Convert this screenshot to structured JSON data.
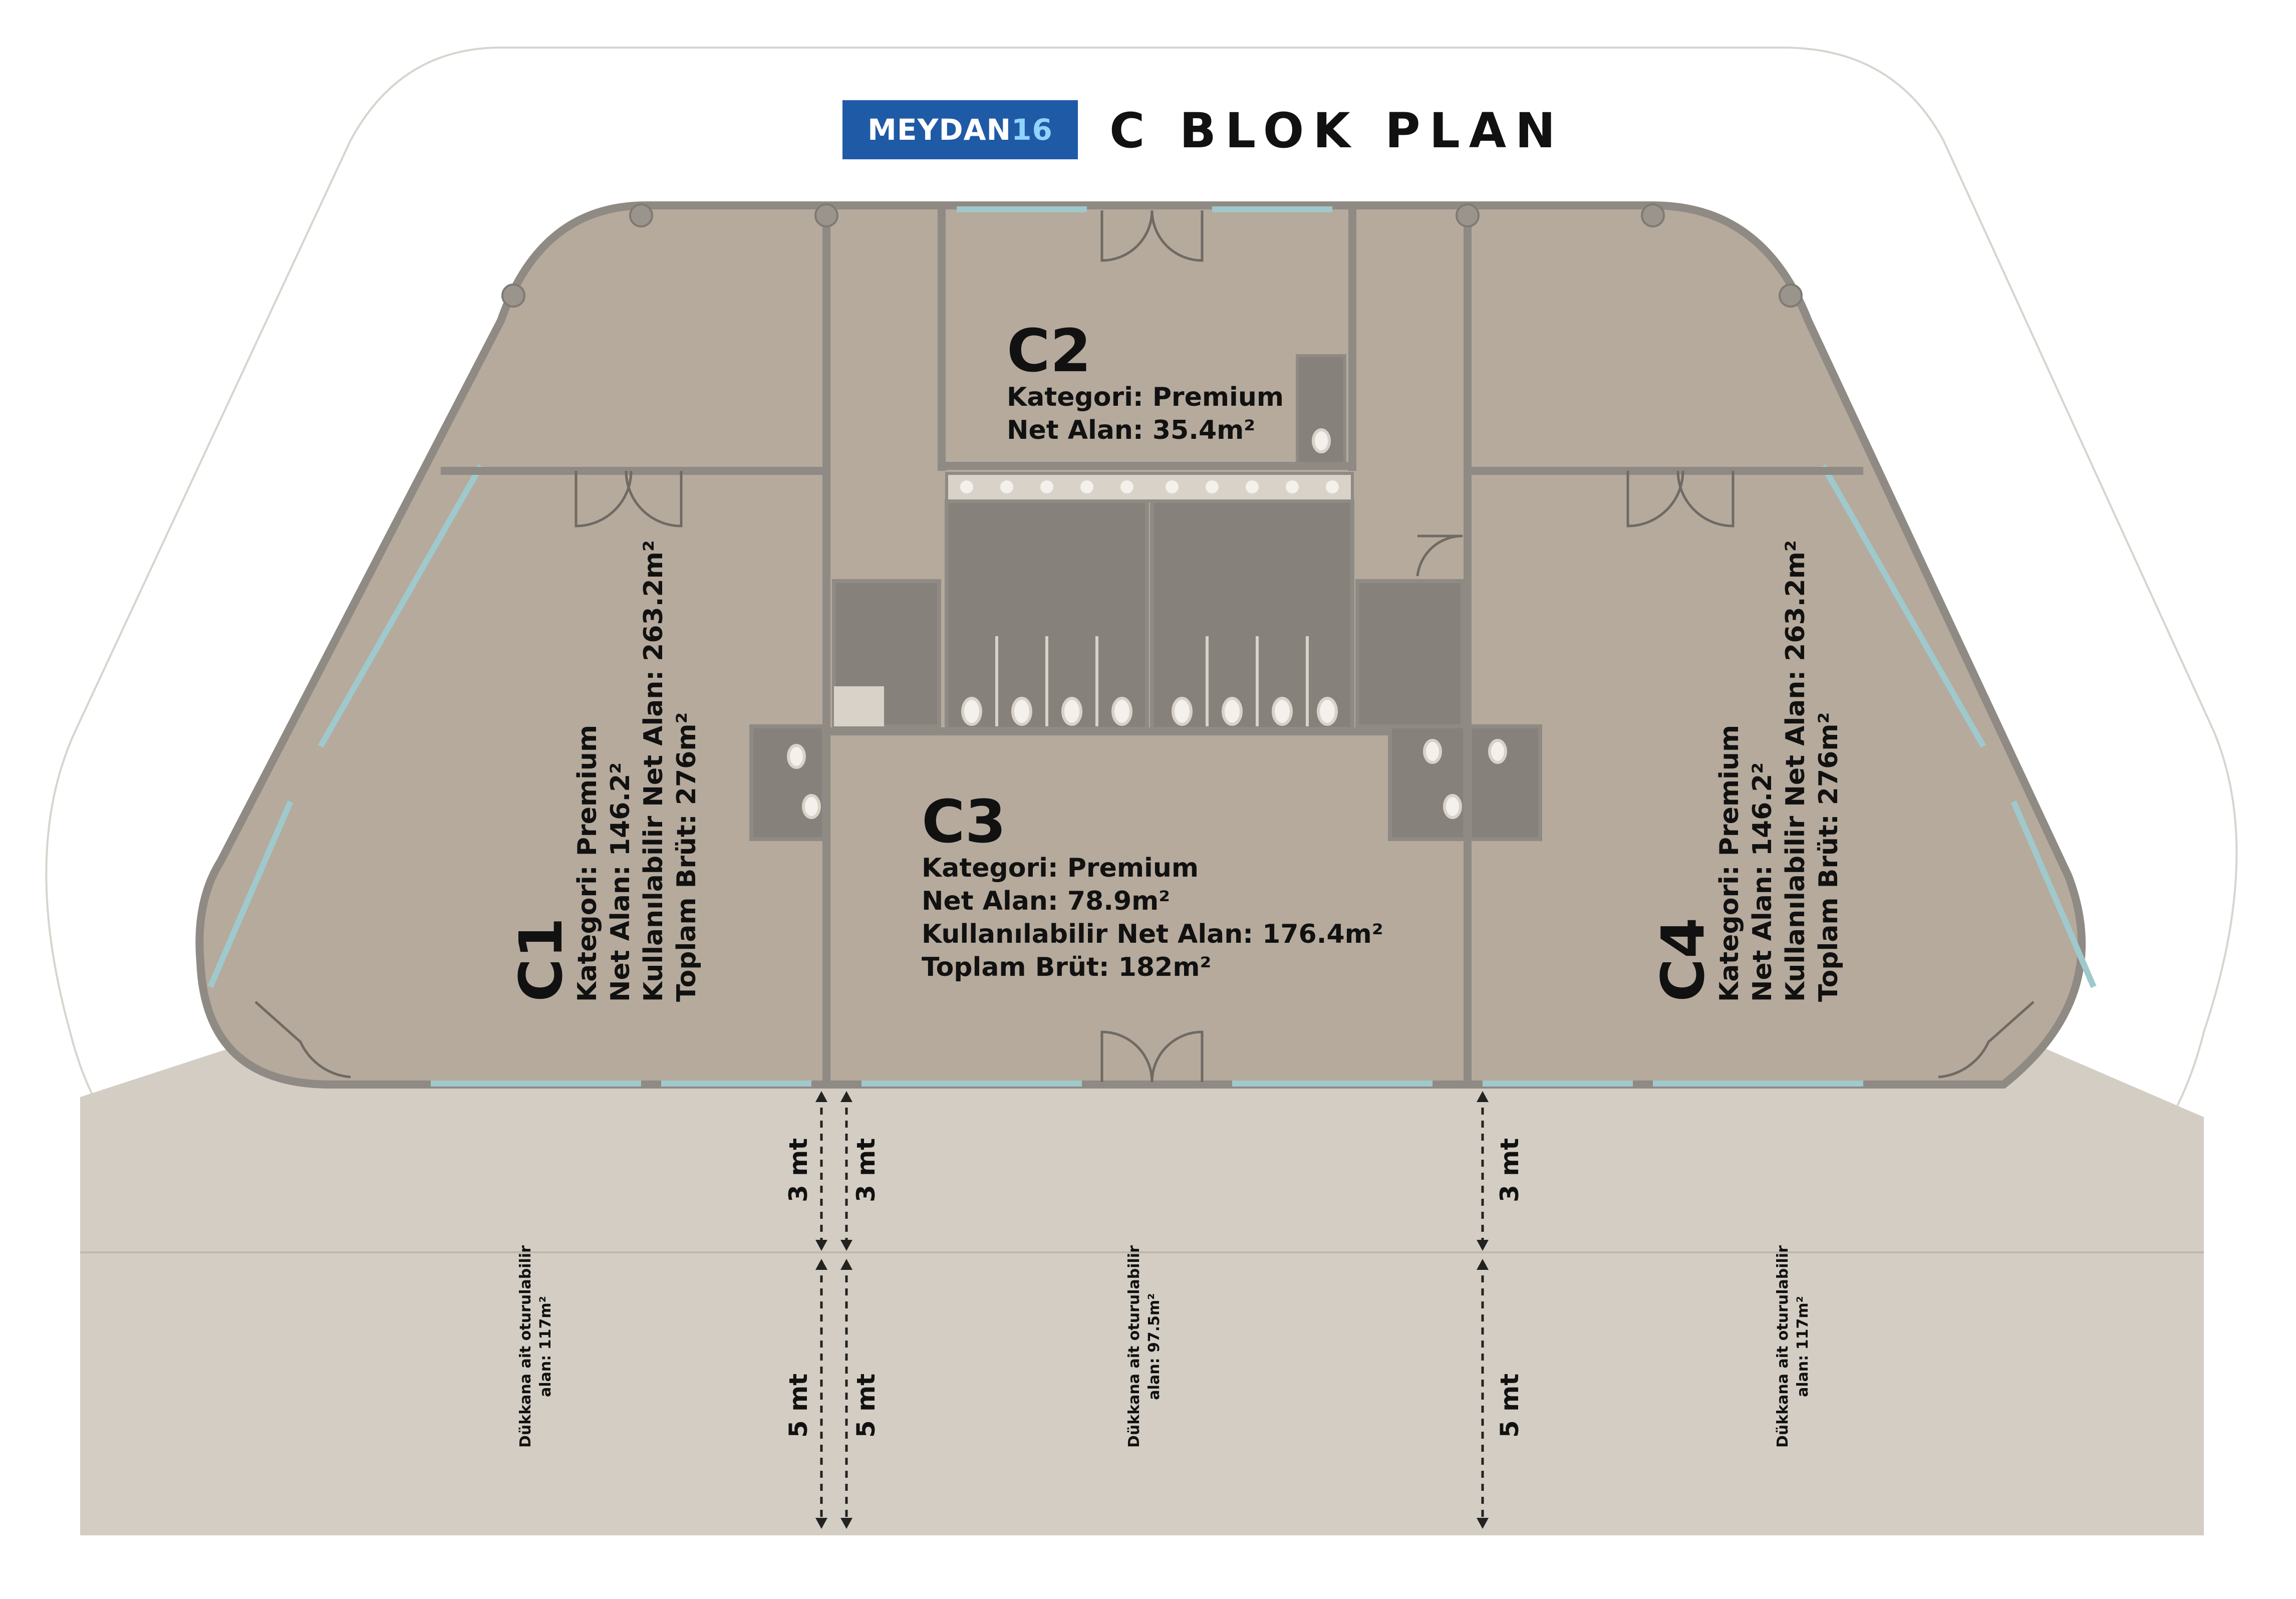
{
  "header": {
    "logo_text": "MEYDAN",
    "logo_number": "16",
    "title": "C BLOK PLAN"
  },
  "units": {
    "c1": {
      "name": "C1",
      "lines": [
        "Kategori: Premium",
        "Net Alan: 146.2²",
        "Kullanılabilir Net Alan: 263.2m²",
        "Toplam Brüt: 276m²"
      ]
    },
    "c2": {
      "name": "C2",
      "lines": [
        "Kategori: Premium",
        "Net Alan: 35.4m²"
      ]
    },
    "c3": {
      "name": "C3",
      "lines": [
        "Kategori: Premium",
        "Net Alan: 78.9m²",
        "Kullanılabilir Net Alan: 176.4m²",
        "Toplam Brüt: 182m²"
      ]
    },
    "c4": {
      "name": "C4",
      "lines": [
        "Kategori: Premium",
        "Net Alan: 146.2²",
        "Kullanılabilir Net Alan: 263.2m²",
        "Toplam Brüt: 276m²"
      ]
    }
  },
  "dimensions": {
    "three": "3 mt",
    "five": "5 mt"
  },
  "seating": {
    "left": {
      "line1": "Dükkana ait oturulabilir",
      "line2": "alan: 117m²"
    },
    "middle": {
      "line1": "Dükkana ait oturulabilir",
      "line2": "alan: 97.5m²"
    },
    "right": {
      "line1": "Dükkana ait oturulabilir",
      "line2": "alan: 117m²"
    }
  },
  "colors": {
    "floor": "#b5aa9c",
    "outdoor": "#d3cdc3",
    "wall": "#8f8a84",
    "service": "#87817b",
    "glass": "#9fc9cc",
    "brand": "#1f5aa6"
  }
}
